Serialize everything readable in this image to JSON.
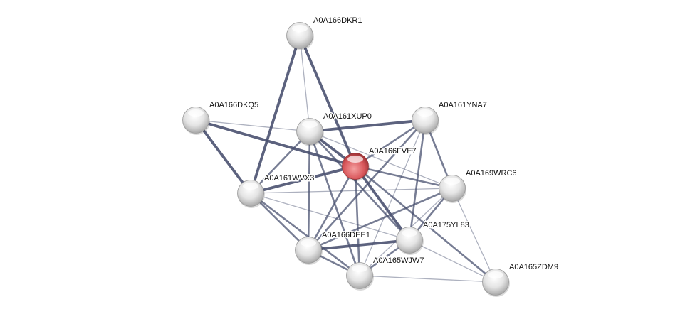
{
  "network": {
    "query_node": "A0A166FVE7",
    "nodes": [
      {
        "id": "A0A166DKR1",
        "label": "A0A166DKR1"
      },
      {
        "id": "A0A166DKQ5",
        "label": "A0A166DKQ5"
      },
      {
        "id": "A0A161XUP0",
        "label": "A0A161XUP0"
      },
      {
        "id": "A0A161YNA7",
        "label": "A0A161YNA7"
      },
      {
        "id": "A0A166FVE7",
        "label": "A0A166FVE7"
      },
      {
        "id": "A0A161WVX3",
        "label": "A0A161WVX3"
      },
      {
        "id": "A0A169WRC6",
        "label": "A0A169WRC6"
      },
      {
        "id": "A0A175YL83",
        "label": "A0A175YL83"
      },
      {
        "id": "A0A166DEE1",
        "label": "A0A166DEE1"
      },
      {
        "id": "A0A165WJW7",
        "label": "A0A165WJW7"
      },
      {
        "id": "A0A165ZDM9",
        "label": "A0A165ZDM9"
      }
    ],
    "edges": [
      [
        "A0A166DKR1",
        "A0A161WVX3",
        3
      ],
      [
        "A0A166DKR1",
        "A0A161XUP0",
        1
      ],
      [
        "A0A166DKR1",
        "A0A166FVE7",
        3
      ],
      [
        "A0A166DKQ5",
        "A0A161WVX3",
        3
      ],
      [
        "A0A166DKQ5",
        "A0A166FVE7",
        3
      ],
      [
        "A0A166DKQ5",
        "A0A161XUP0",
        1
      ],
      [
        "A0A161XUP0",
        "A0A161YNA7",
        3
      ],
      [
        "A0A161XUP0",
        "A0A166FVE7",
        3
      ],
      [
        "A0A161XUP0",
        "A0A161WVX3",
        2
      ],
      [
        "A0A161XUP0",
        "A0A166DEE1",
        2
      ],
      [
        "A0A161XUP0",
        "A0A165WJW7",
        2
      ],
      [
        "A0A161XUP0",
        "A0A175YL83",
        2
      ],
      [
        "A0A161XUP0",
        "A0A169WRC6",
        1
      ],
      [
        "A0A161YNA7",
        "A0A166FVE7",
        2
      ],
      [
        "A0A161YNA7",
        "A0A169WRC6",
        2
      ],
      [
        "A0A161YNA7",
        "A0A175YL83",
        2
      ],
      [
        "A0A161YNA7",
        "A0A166DEE1",
        2
      ],
      [
        "A0A161YNA7",
        "A0A165WJW7",
        1
      ],
      [
        "A0A166FVE7",
        "A0A161WVX3",
        3
      ],
      [
        "A0A166FVE7",
        "A0A169WRC6",
        2
      ],
      [
        "A0A166FVE7",
        "A0A166DEE1",
        2
      ],
      [
        "A0A166FVE7",
        "A0A165WJW7",
        2
      ],
      [
        "A0A166FVE7",
        "A0A175YL83",
        3
      ],
      [
        "A0A166FVE7",
        "A0A165ZDM9",
        2
      ],
      [
        "A0A161WVX3",
        "A0A169WRC6",
        1
      ],
      [
        "A0A161WVX3",
        "A0A166DEE1",
        2
      ],
      [
        "A0A161WVX3",
        "A0A165WJW7",
        2
      ],
      [
        "A0A161WVX3",
        "A0A175YL83",
        1
      ],
      [
        "A0A169WRC6",
        "A0A166DEE1",
        2
      ],
      [
        "A0A169WRC6",
        "A0A175YL83",
        2
      ],
      [
        "A0A169WRC6",
        "A0A165WJW7",
        1
      ],
      [
        "A0A169WRC6",
        "A0A165ZDM9",
        1
      ],
      [
        "A0A166DEE1",
        "A0A175YL83",
        3
      ],
      [
        "A0A166DEE1",
        "A0A165WJW7",
        2
      ],
      [
        "A0A175YL83",
        "A0A165WJW7",
        2
      ],
      [
        "A0A175YL83",
        "A0A165ZDM9",
        1
      ],
      [
        "A0A165WJW7",
        "A0A165ZDM9",
        1
      ]
    ],
    "colors": {
      "edge": "#4a5170",
      "query_node": "#d9575b",
      "node": "#dcdcdc"
    }
  }
}
